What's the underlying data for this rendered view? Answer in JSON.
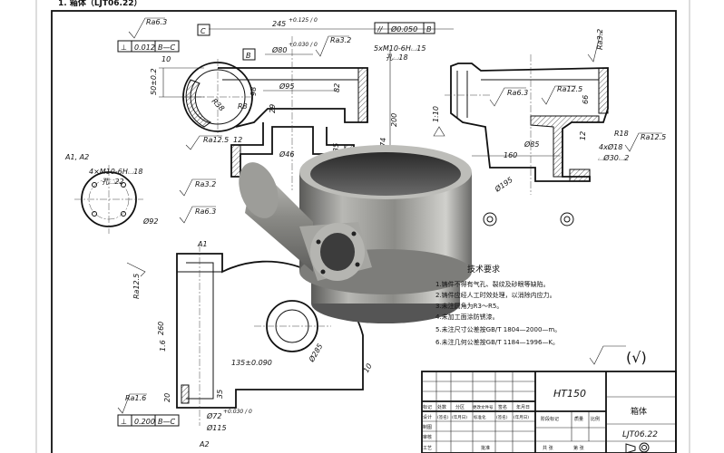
{
  "header": {
    "title": "1. 箱体（LJT06.22）"
  },
  "dimensions": {
    "ra63_top": "Ra6.3",
    "perp_tol": "⊥",
    "perp_val": "0.012",
    "perp_datum": "B—C",
    "datum_c": "C",
    "datum_b": "B",
    "d245": "245",
    "d245_tol": "+0.125 / 0",
    "d80": "Ø80",
    "d80_tol": "+0.030 / 0",
    "ra32_a": "Ra3.2",
    "par_sym": "//",
    "par_val": "Ø0.050",
    "par_datum": "B",
    "thread1": "5xM10-6H⌴15",
    "thread1b": "孔⌴18",
    "d10": "10",
    "d50": "50±0.2",
    "r38": "R38",
    "d98": "98",
    "d95": "Ø95",
    "d82": "82",
    "r8": "R8",
    "d29": "29",
    "d200": "200",
    "d74": "74",
    "d35": "35",
    "d12": "12",
    "d46": "Ø46",
    "ra125_a": "Ra12.5",
    "a1a2": "A1, A2",
    "thread2": "4×M10-6H⌴18",
    "thread2b": "孔⌴22",
    "ra32_b": "Ra3.2",
    "ra63_b": "Ra6.3",
    "d92": "Ø92",
    "a1": "A1",
    "ra32_right": "Ra3.2",
    "ra63_right": "Ra6.3",
    "ra125_right": "Ra12.5",
    "d66": "66",
    "d110": "1:10",
    "d85": "Ø85",
    "d160": "160",
    "r18": "R18",
    "d12r": "12",
    "holes": "4xØ18",
    "cbore": "⌴Ø30⌴2",
    "ra125_far": "Ra12.5",
    "d195": "Ø195",
    "ra125_left": "Ra12.5",
    "d260": "260",
    "d16": "1.6",
    "d135": "135±0.090",
    "d285": "Ø285",
    "d10b": "10",
    "ra16": "Ra1.6",
    "perp2_val": "0.200",
    "perp2_datum": "B—C",
    "d20": "20",
    "d35b": "35",
    "d72": "Ø72",
    "d72_tol": "+0.030 / 0",
    "d115": "Ø115",
    "a2": "A2"
  },
  "tech_requirements": {
    "title": "技术要求",
    "items": [
      "1.铸件不得有气孔、裂纹及砂眼等缺陷。",
      "2.铸件应经人工时效处理，以消除内应力。",
      "3.未注圆角为R3～R5。",
      "4.未加工面涂防锈漆。",
      "5.未注尺寸公差按GB/T 1804—2000—m。",
      "6.未注几何公差按GB/T 1184—1996—K。"
    ],
    "roughness_note": "(√)"
  },
  "title_block": {
    "material": "HT150",
    "part_name": "箱体",
    "drawing_no": "LJT06.22",
    "header_row": [
      "标记",
      "处数",
      "分区",
      "更改文件号",
      "签名",
      "年月日"
    ],
    "design_row": [
      "设计",
      "(签名)",
      "(年月日)",
      "标准化",
      "(签名)",
      "(年月日)"
    ],
    "labels": [
      "制图",
      "审核",
      "工艺",
      "批准"
    ],
    "stage_mark": "阶段标记",
    "weight": "质量",
    "scale": "比例",
    "sheets_total": "共 张",
    "sheet_no": "第 张"
  },
  "colors": {
    "line": "#111111",
    "render_body": "#8a8a88",
    "render_dark": "#3a3a3a"
  }
}
